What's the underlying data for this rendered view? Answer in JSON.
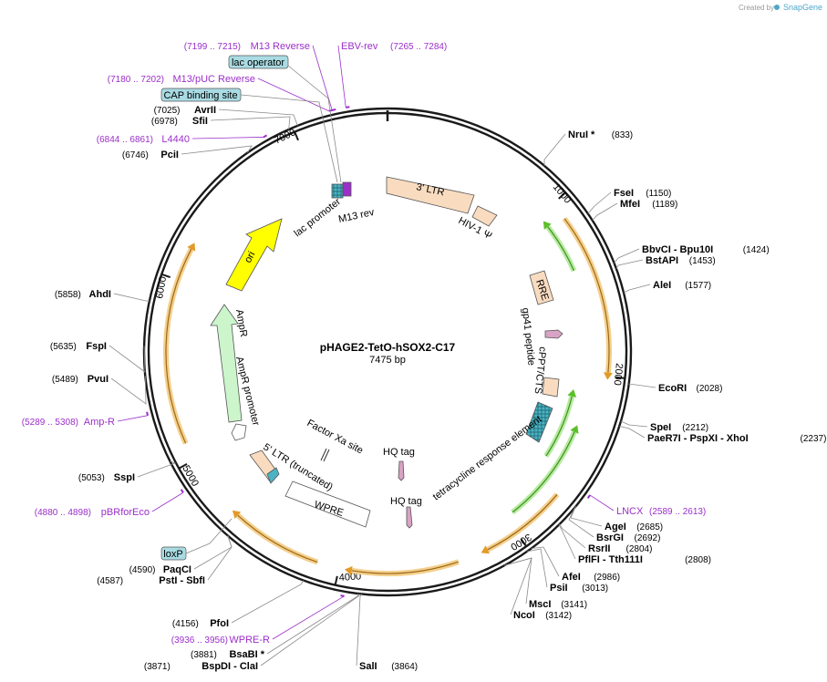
{
  "credit": {
    "text": "Created by",
    "brand": "SnapGene"
  },
  "plasmid": {
    "name": "pHAGE2-TetO-hSOX2-C17",
    "length_label": "7475 bp",
    "length": 7475
  },
  "ticks": [
    {
      "pos": 1000,
      "label": "1000"
    },
    {
      "pos": 2000,
      "label": "2000"
    },
    {
      "pos": 3000,
      "label": "3000"
    },
    {
      "pos": 4000,
      "label": "4000"
    },
    {
      "pos": 5000,
      "label": "5000"
    },
    {
      "pos": 6000,
      "label": "6000"
    },
    {
      "pos": 7000,
      "label": "7000"
    }
  ],
  "sites": [
    {
      "name": "NruI *",
      "pos": 833,
      "pos_label": "(833)"
    },
    {
      "name": "FseI",
      "pos": 1150,
      "pos_label": "(1150)"
    },
    {
      "name": "MfeI",
      "pos": 1189,
      "pos_label": "(1189)"
    },
    {
      "name": "BbvCI   - Bpu10I",
      "pos": 1424,
      "pos_label": "(1424)"
    },
    {
      "name": "BstAPI",
      "pos": 1453,
      "pos_label": "(1453)"
    },
    {
      "name": "AleI",
      "pos": 1577,
      "pos_label": "(1577)"
    },
    {
      "name": "EcoRI",
      "pos": 2028,
      "pos_label": "(2028)"
    },
    {
      "name": "SpeI",
      "pos": 2212,
      "pos_label": "(2212)"
    },
    {
      "name": "PaeR7I   - PspXI   - XhoI",
      "pos": 2237,
      "pos_label": "(2237)"
    },
    {
      "name": "AgeI",
      "pos": 2685,
      "pos_label": "(2685)"
    },
    {
      "name": "BsrGI",
      "pos": 2692,
      "pos_label": "(2692)"
    },
    {
      "name": "RsrII",
      "pos": 2804,
      "pos_label": "(2804)"
    },
    {
      "name": "PflFI   - Tth111I",
      "pos": 2808,
      "pos_label": "(2808)"
    },
    {
      "name": "AfeI",
      "pos": 2986,
      "pos_label": "(2986)"
    },
    {
      "name": "PsiI",
      "pos": 3013,
      "pos_label": "(3013)"
    },
    {
      "name": "MscI",
      "pos": 3141,
      "pos_label": "(3141)"
    },
    {
      "name": "NcoI",
      "pos": 3142,
      "pos_label": "(3142)"
    },
    {
      "name": "SalI",
      "pos": 3864,
      "pos_label": "(3864)"
    },
    {
      "name": "BspDI   - ClaI",
      "pos": 3871,
      "pos_label": "(3871)"
    },
    {
      "name": "BsaBI *",
      "pos": 3881,
      "pos_label": "(3881)"
    },
    {
      "name": "PfoI",
      "pos": 4156,
      "pos_label": "(4156)"
    },
    {
      "name": "PstI   - SbfI",
      "pos": 4587,
      "pos_label": "(4587)"
    },
    {
      "name": "PaqCI",
      "pos": 4590,
      "pos_label": "(4590)"
    },
    {
      "name": "SspI",
      "pos": 5053,
      "pos_label": "(5053)"
    },
    {
      "name": "PvuI",
      "pos": 5489,
      "pos_label": "(5489)"
    },
    {
      "name": "FspI",
      "pos": 5635,
      "pos_label": "(5635)"
    },
    {
      "name": "AhdI",
      "pos": 5858,
      "pos_label": "(5858)"
    },
    {
      "name": "PciI",
      "pos": 6746,
      "pos_label": "(6746)"
    },
    {
      "name": "SfiI",
      "pos": 6978,
      "pos_label": "(6978)"
    },
    {
      "name": "AvrII",
      "pos": 7025,
      "pos_label": "(7025)"
    }
  ],
  "primers": [
    {
      "name": "M13 Reverse",
      "range_label": "(7199 .. 7215)",
      "pos": 7207
    },
    {
      "name": "EBV-rev",
      "range_label": "(7265 .. 7284)",
      "pos": 7274
    },
    {
      "name": "M13/pUC Reverse",
      "range_label": "(7180 .. 7202)",
      "pos": 7191
    },
    {
      "name": "L4440",
      "range_label": "(6844 .. 6861)",
      "pos": 6852
    },
    {
      "name": "Amp-R",
      "range_label": "(5289 .. 5308)",
      "pos": 5298
    },
    {
      "name": "pBRforEco",
      "range_label": "(4880 .. 4898)",
      "pos": 4889
    },
    {
      "name": "WPRE-R",
      "range_label": "(3936 .. 3956)",
      "pos": 3946
    },
    {
      "name": "LNCX",
      "range_label": "(2589 .. 2613)",
      "pos": 2601
    }
  ],
  "boxed_features": [
    {
      "name": "lac operator"
    },
    {
      "name": "CAP binding site"
    },
    {
      "name": "loxP"
    }
  ],
  "features": [
    {
      "name": "3' LTR",
      "color": "#f9dcc0"
    },
    {
      "name": "HIV-1 Ψ",
      "color": "#f9dcc0"
    },
    {
      "name": "RRE",
      "color": "#f9dcc0"
    },
    {
      "name": "gp41 peptide",
      "color": "#d8a3c4"
    },
    {
      "name": "cPPT/CTS",
      "color": "#f9dcc0"
    },
    {
      "name": "tetracycline response element",
      "color": "#4bb3c4"
    },
    {
      "name": "HQ tag",
      "color": "#d8a3c4"
    },
    {
      "name": "HQ tag",
      "color": "#d8a3c4"
    },
    {
      "name": "Factor Xa site",
      "color": "#d8a3c4"
    },
    {
      "name": "WPRE",
      "color": "#ffffff"
    },
    {
      "name": "5' LTR (truncated)",
      "color": "#f9dcc0"
    },
    {
      "name": "AmpR promoter",
      "color": "#ffffff"
    },
    {
      "name": "AmpR",
      "color": "#ccf5cc"
    },
    {
      "name": "ori",
      "color": "#ffff00"
    },
    {
      "name": "lac promoter",
      "color": "#4bb3c4"
    },
    {
      "name": "M13 rev",
      "color": "#9b2fc9"
    }
  ],
  "colors": {
    "primer": "#9b2fc9",
    "orf_orange": "#e39a27",
    "orf_green": "#5cbf2a",
    "backbone": "#1a1a1a"
  }
}
